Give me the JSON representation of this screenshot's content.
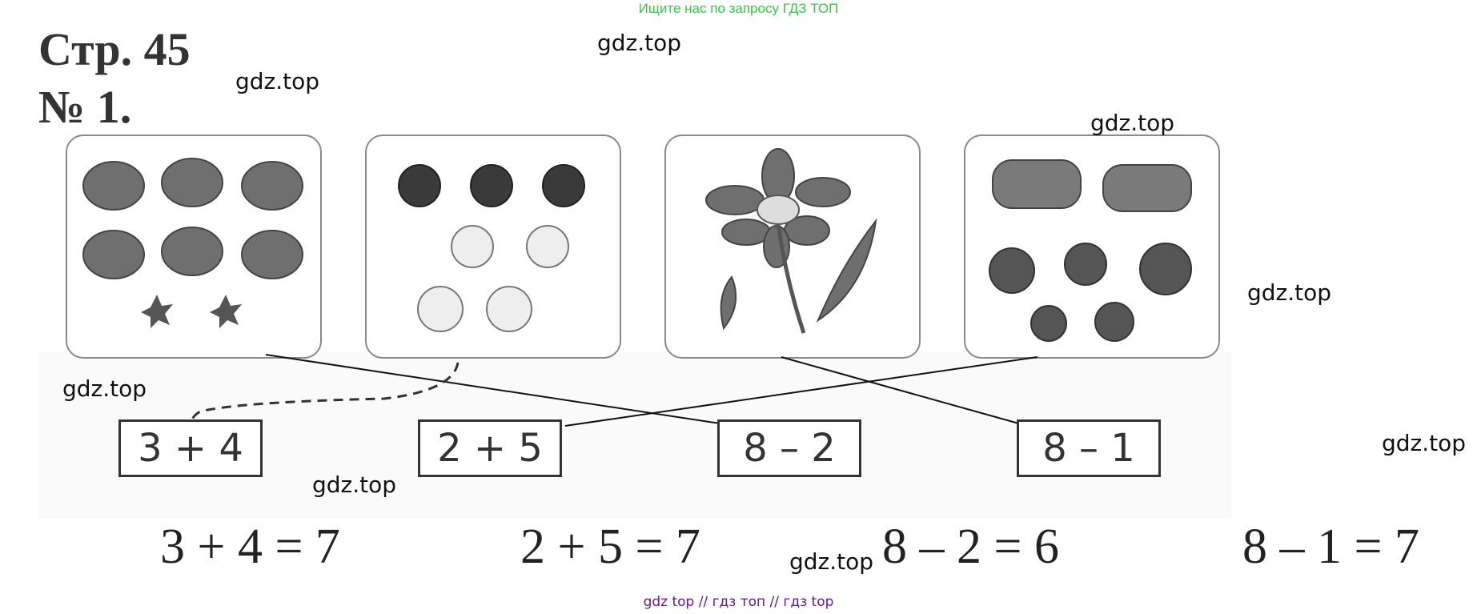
{
  "banner": {
    "text": "Ищите нас по запросу ГДЗ ТОП"
  },
  "watermarks": [
    "gdz.top",
    "gdz.top",
    "gdz.top",
    "gdz.top",
    "gdz.top",
    "gdz.top",
    "gdz.top",
    "gdz.top"
  ],
  "heading": {
    "page": "Стр. 45",
    "number": "№ 1."
  },
  "panels": [
    {
      "content": "6 strawberries, 2 flowers"
    },
    {
      "content": "3 dark ornaments, 4 light ornaments"
    },
    {
      "content": "flower and leaves"
    },
    {
      "content": "2 cars, 5 balls"
    }
  ],
  "expressions": [
    "3 + 4",
    "2 + 5",
    "8 – 2",
    "8 – 1"
  ],
  "answers": [
    "3 + 4 = 7",
    "2 + 5 = 7",
    "8 – 2 = 6",
    "8 – 1 = 7"
  ],
  "footer": {
    "text": "gdz top  //  гдз топ  //  гдз top"
  },
  "colors": {
    "banner": "#2ecc40",
    "footer": "#6a1a8a",
    "ink": "#222222"
  }
}
